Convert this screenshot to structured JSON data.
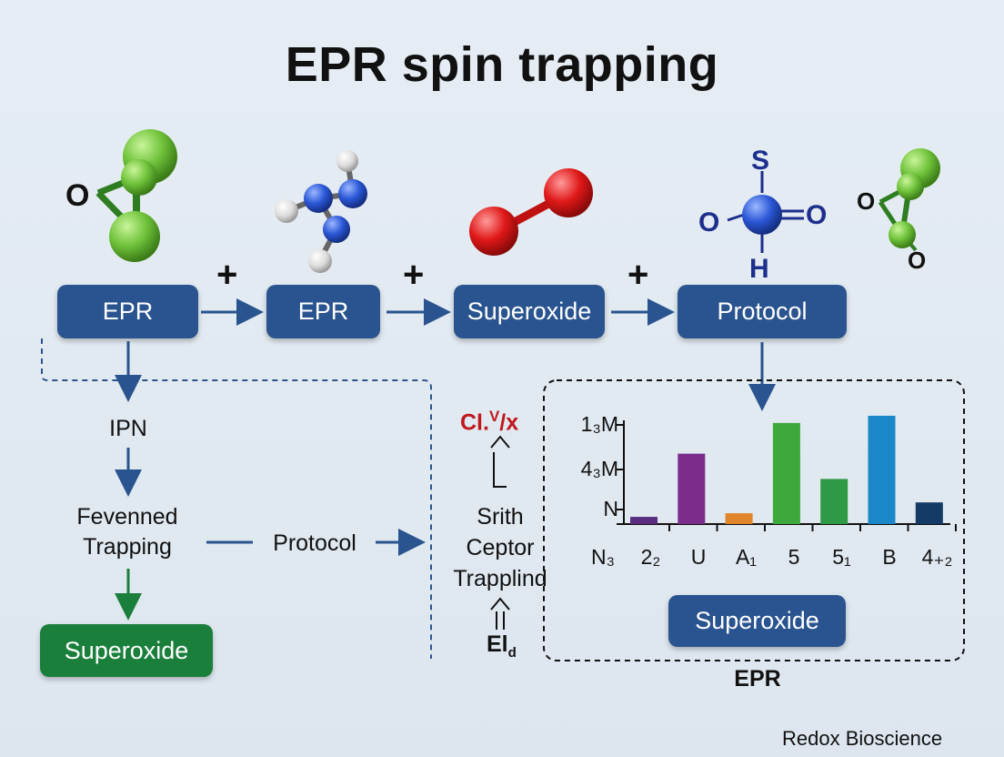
{
  "title": "EPR spin trapping",
  "top_flow": {
    "box1": "EPR",
    "box2": "EPR",
    "box3": "Superoxide",
    "box4": "Protocol",
    "plus": "+"
  },
  "molecules": {
    "mol1_atom": "O",
    "mol4_atoms": [
      "S",
      "O",
      "O",
      "H"
    ],
    "mol5_atoms": [
      "O",
      "O"
    ]
  },
  "left_flow": {
    "step1": "IPN",
    "step2_line1": "Fevenned",
    "step2_line2": "Trapping",
    "step3": "Superoxide",
    "protocol_label": "Protocol"
  },
  "center_stack": {
    "top_formula": "Cl.",
    "top_sup": "V",
    "top_suffix": "/x",
    "line1": "Srith",
    "line2": "Ceptor",
    "line3": "Trapplind",
    "bottom": "El",
    "bottom_sub": "d"
  },
  "chart_data": {
    "type": "bar",
    "y_tick_labels": [
      "1₃M",
      "4₃M",
      "N"
    ],
    "categories": [
      "N₃",
      "2₂",
      "U",
      "A₁",
      "5",
      "5₁",
      "B",
      "4₊₂"
    ],
    "values": [
      0.08,
      0.78,
      0.12,
      1.12,
      0.5,
      1.2,
      0.24
    ],
    "colors": [
      "#5a2d82",
      "#7b2d8e",
      "#e0852a",
      "#3ea83c",
      "#2e9a45",
      "#1a87c9",
      "#143a66"
    ],
    "ylim": [
      0,
      1.25
    ],
    "box_label": "Superoxide",
    "caption": "EPR"
  },
  "footer": "Redox Bioscience"
}
